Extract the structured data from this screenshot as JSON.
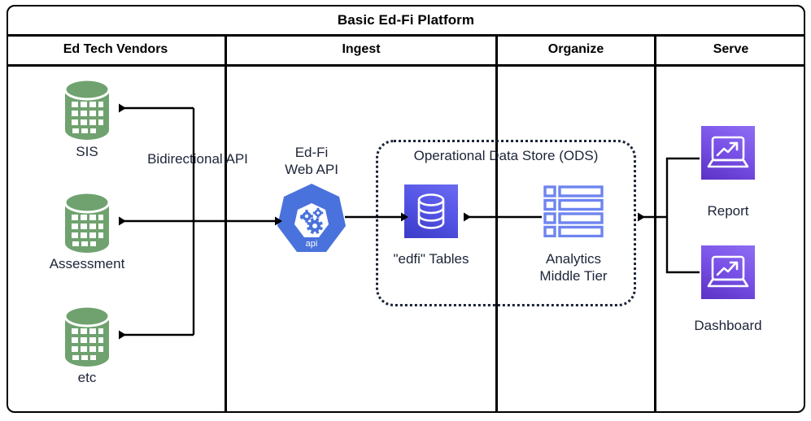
{
  "diagram": {
    "title": "Basic Ed-Fi Platform",
    "columns": [
      {
        "id": "vendors",
        "label": "Ed Tech Vendors"
      },
      {
        "id": "ingest",
        "label": "Ingest"
      },
      {
        "id": "organize",
        "label": "Organize"
      },
      {
        "id": "serve",
        "label": "Serve"
      }
    ],
    "nodes": {
      "sis": {
        "label": "SIS",
        "icon": "database-cylinder-icon"
      },
      "assessment": {
        "label": "Assessment",
        "icon": "database-cylinder-icon"
      },
      "etc": {
        "label": "etc",
        "icon": "database-cylinder-icon"
      },
      "webapi": {
        "label": "Ed-Fi\nWeb API",
        "icon": "kubernetes-api-hexagon-icon",
        "badge": "api"
      },
      "edfi_tables": {
        "label": "\"edfi\" Tables",
        "icon": "database-tile-icon"
      },
      "amt": {
        "label": "Analytics\nMiddle Tier",
        "icon": "table-rows-icon"
      },
      "report": {
        "label": "Report",
        "icon": "laptop-chart-icon"
      },
      "dashboard": {
        "label": "Dashboard",
        "icon": "laptop-chart-icon"
      }
    },
    "groups": {
      "ods": {
        "label": "Operational Data Store (ODS)"
      }
    },
    "edges": [
      {
        "id": "bidirectional-api",
        "label": "Bidirectional API"
      }
    ],
    "colors": {
      "cylinder_green": "#6fa26f",
      "api_blue": "#4a72dc",
      "edfi_violet": "#5555e6",
      "serve_purple": "#7a52e8",
      "amt_blue": "#6e85f0",
      "text_navy": "#1c2438",
      "stroke_black": "#000000"
    }
  }
}
